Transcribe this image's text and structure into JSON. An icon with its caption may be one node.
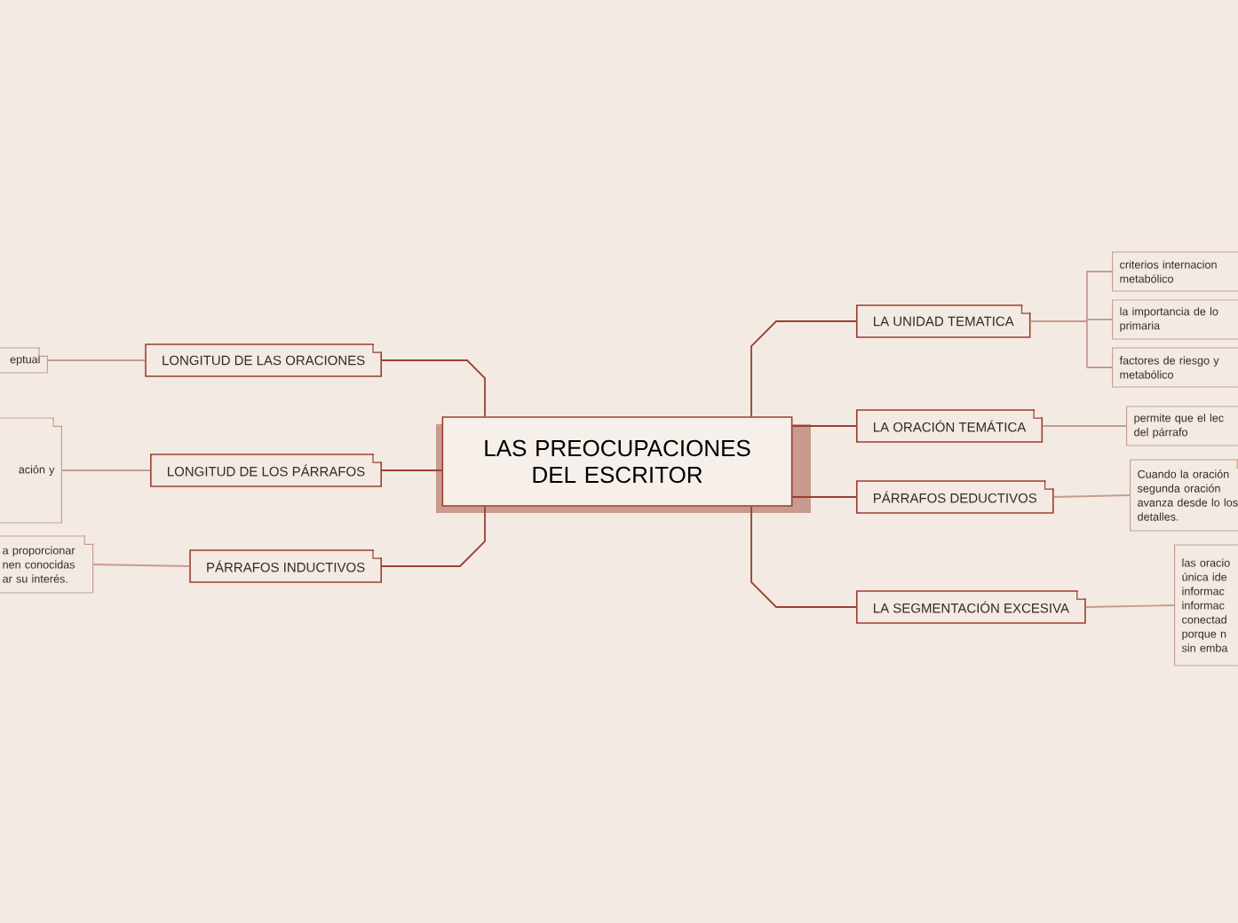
{
  "diagram": {
    "nodes": [
      {
        "text": [
          "LAS PREOCUPACIONES DEL ESCRITOR"
        ]
      },
      {
        "text": [
          "LA UNIDAD TEMATICA"
        ]
      },
      {
        "text": [
          "LA ORACIÓN TEMÁTICA"
        ]
      },
      {
        "text": [
          "PÁRRAFOS DEDUCTIVOS"
        ]
      },
      {
        "text": [
          "LA SEGMENTACIÓN EXCESIVA"
        ]
      },
      {
        "text": [
          "LONGITUD DE LAS ORACIONES"
        ]
      },
      {
        "text": [
          "LONGITUD DE LOS PÁRRAFOS"
        ]
      },
      {
        "text": [
          "PÁRRAFOS INDUCTIVOS"
        ]
      },
      {
        "text": [
          "criterios internacion metabólico"
        ]
      },
      {
        "text": [
          "la importancia de lo primaria"
        ]
      },
      {
        "text": [
          "factores de riesgo y metabólico"
        ]
      },
      {
        "text": [
          "permite que el lec del párrafo"
        ]
      },
      {
        "text": [
          "Cuando la oración segunda oración avanza desde lo los detalles."
        ]
      },
      {
        "text": [
          "las oracio única ide informac informac conectad porque n sin emba"
        ]
      },
      {
        "text": [
          "eptual"
        ]
      },
      {
        "text": [
          "ación y"
        ]
      },
      {
        "text": [
          "a proporcionar nen conocidas ar su interés."
        ]
      }
    ],
    "edges": [
      {
        "from": 0,
        "to": 1,
        "arrow": "none",
        "color": "#9b3f2f"
      },
      {
        "from": 0,
        "to": 2,
        "arrow": "none",
        "color": "#9b3f2f"
      },
      {
        "from": 0,
        "to": 3,
        "arrow": "none",
        "color": "#9b3f2f"
      },
      {
        "from": 0,
        "to": 4,
        "arrow": "none",
        "color": "#9b3f2f"
      },
      {
        "from": 0,
        "to": 5,
        "arrow": "none",
        "color": "#9b3f2f"
      },
      {
        "from": 0,
        "to": 6,
        "arrow": "none",
        "color": "#9b3f2f"
      },
      {
        "from": 0,
        "to": 7,
        "arrow": "none",
        "color": "#9b3f2f"
      },
      {
        "from": 1,
        "to": 8,
        "arrow": "none"
      },
      {
        "from": 1,
        "to": 9,
        "arrow": "none"
      },
      {
        "from": 1,
        "to": 10,
        "arrow": "none"
      },
      {
        "from": 2,
        "to": 11,
        "arrow": "none"
      },
      {
        "from": 3,
        "to": 12,
        "arrow": "none"
      },
      {
        "from": 4,
        "to": 13,
        "arrow": "none"
      },
      {
        "from": 5,
        "to": 14,
        "arrow": "none"
      },
      {
        "from": 6,
        "to": 15,
        "arrow": "none"
      },
      {
        "from": 7,
        "to": 16,
        "arrow": "none"
      }
    ]
  }
}
